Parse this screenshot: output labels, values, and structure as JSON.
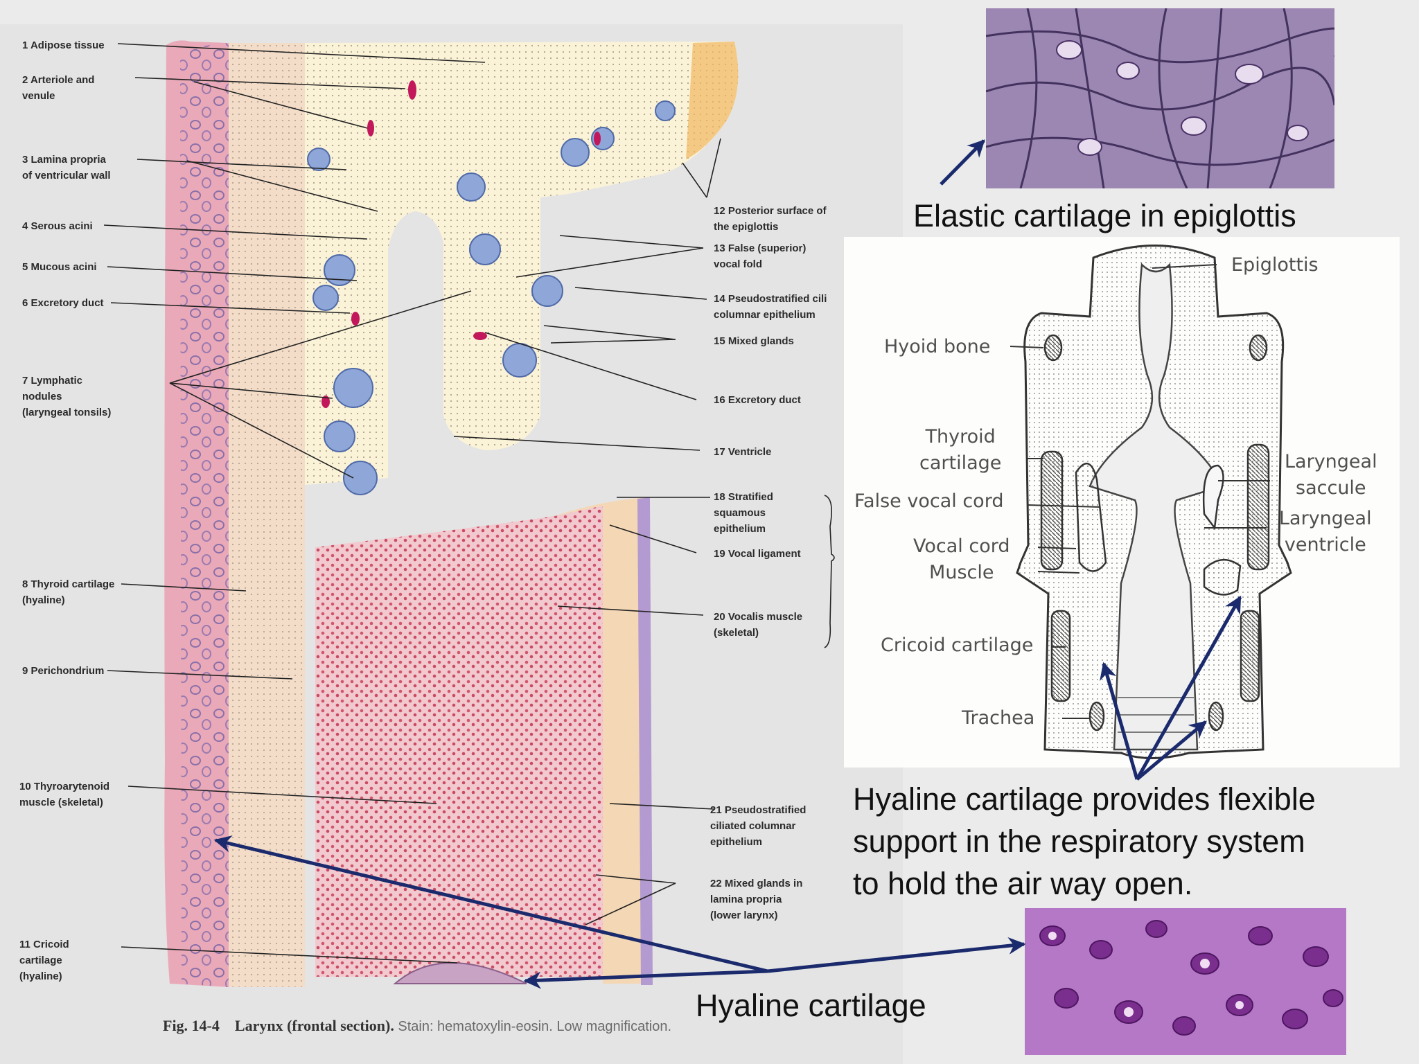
{
  "plate": {
    "left_labels": [
      {
        "id": "l1",
        "text": "1 Adipose tissue"
      },
      {
        "id": "l2",
        "text": "2 Arteriole and\nvenule"
      },
      {
        "id": "l3",
        "text": "3 Lamina propria\nof ventricular wall"
      },
      {
        "id": "l4",
        "text": "4 Serous acini"
      },
      {
        "id": "l5",
        "text": "5 Mucous acini"
      },
      {
        "id": "l6",
        "text": "6 Excretory duct"
      },
      {
        "id": "l7",
        "text": "7 Lymphatic\nnodules\n(laryngeal tonsils)"
      },
      {
        "id": "l8",
        "text": "8 Thyroid cartilage\n(hyaline)"
      },
      {
        "id": "l9",
        "text": "9 Perichondrium"
      },
      {
        "id": "l10",
        "text": "10 Thyroarytenoid\nmuscle (skeletal)"
      },
      {
        "id": "l11",
        "text": "11 Cricoid\ncartilage\n(hyaline)"
      }
    ],
    "right_labels": [
      {
        "id": "r12",
        "text": "12 Posterior surface of\nthe epiglottis"
      },
      {
        "id": "r13",
        "text": "13 False (superior)\nvocal fold"
      },
      {
        "id": "r14",
        "text": "14 Pseudostratified cili\ncolumnar epithelium"
      },
      {
        "id": "r15",
        "text": "15 Mixed glands"
      },
      {
        "id": "r16",
        "text": "16 Excretory duct"
      },
      {
        "id": "r17",
        "text": "17 Ventricle"
      },
      {
        "id": "r18",
        "text": "18 Stratified\nsquamous\nepithelium"
      },
      {
        "id": "r19",
        "text": "19 Vocal ligament"
      },
      {
        "id": "r20",
        "text": "20 Vocalis muscle\n(skeletal)"
      },
      {
        "id": "r21",
        "text": "21 Pseudostratified\nciliated columnar\nepithelium"
      },
      {
        "id": "r22",
        "text": "22 Mixed glands in\nlamina propria\n(lower larynx)"
      }
    ],
    "caption_fig": "Fig. 14-4",
    "caption_title": "Larynx (frontal section).",
    "caption_stain": "Stain: hematoxylin-eosin. Low magnification."
  },
  "sketch": {
    "labels": [
      {
        "id": "s_epi",
        "text": "Epiglottis"
      },
      {
        "id": "s_hyoid",
        "text": "Hyoid bone"
      },
      {
        "id": "s_thyroid",
        "text": "Thyroid\ncartilage"
      },
      {
        "id": "s_false",
        "text": "False vocal cord"
      },
      {
        "id": "s_vocal",
        "text": "Vocal cord\nMuscle"
      },
      {
        "id": "s_cricoid",
        "text": "Cricoid cartilage"
      },
      {
        "id": "s_trachea",
        "text": "Trachea"
      },
      {
        "id": "s_saccule",
        "text": "Laryngeal\nsaccule"
      },
      {
        "id": "s_ventricle",
        "text": "Laryngeal\nventricle"
      }
    ]
  },
  "annotations": {
    "elastic": "Elastic cartilage in epiglottis",
    "hyaline_support": "Hyaline cartilage provides flexible\nsupport  in the respiratory  system\nto hold the air way open.",
    "hyaline": "Hyaline cartilage"
  },
  "colors": {
    "arrow": "#1a2a6c",
    "background": "#ebebeb",
    "elastic_photo": "#8e76a6",
    "hyaline_photo": "#a35cb4"
  }
}
